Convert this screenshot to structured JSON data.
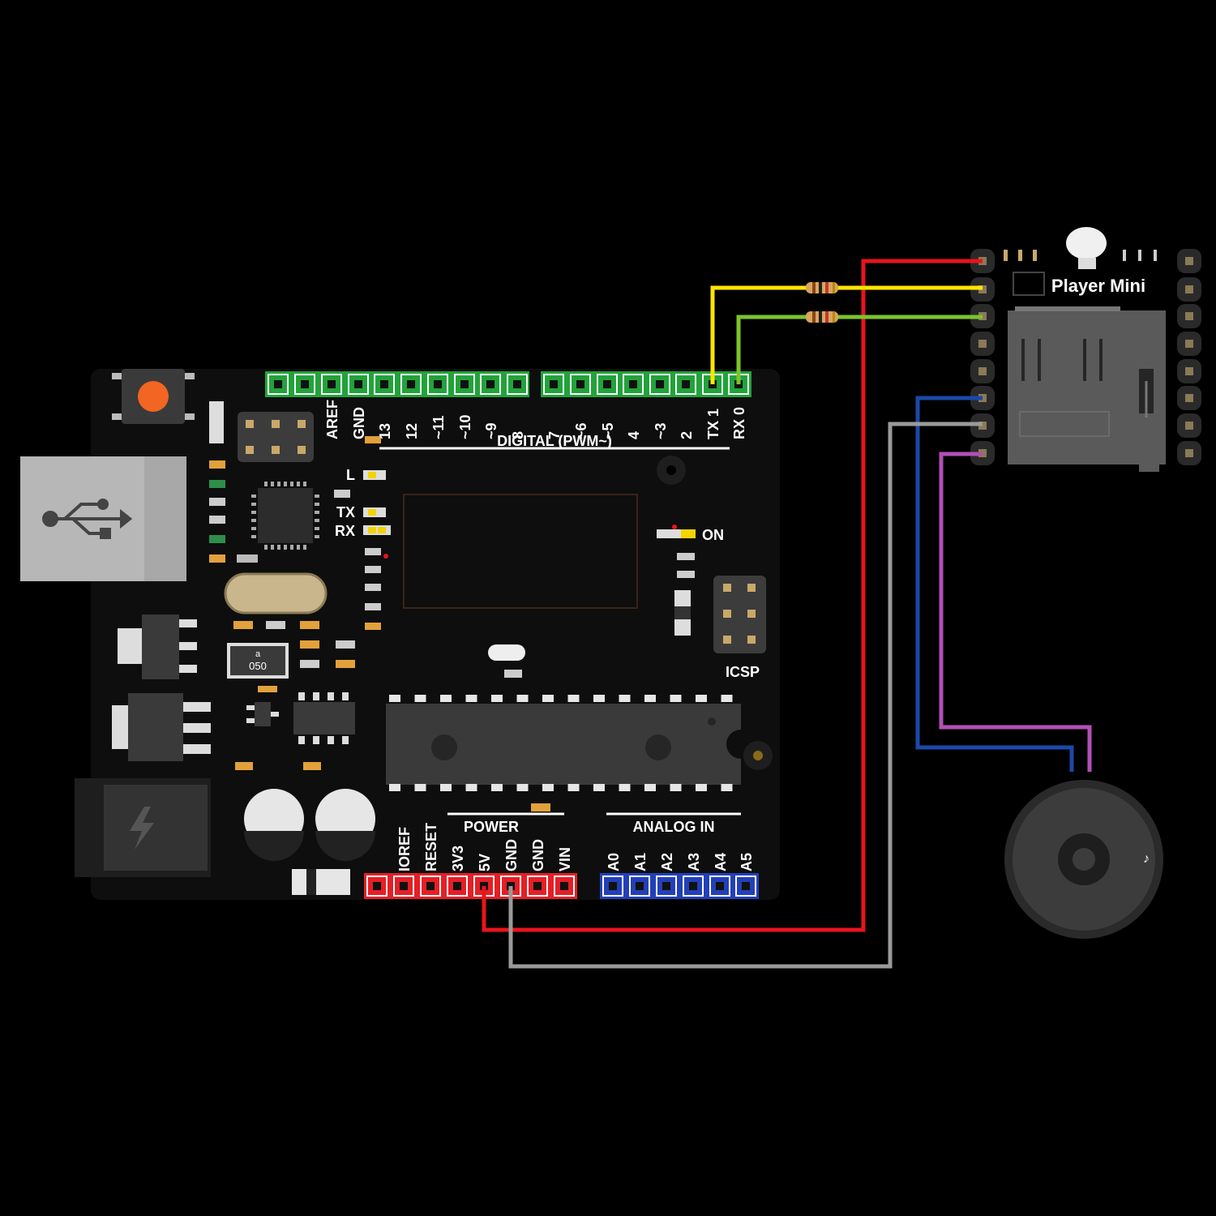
{
  "arduino": {
    "digital_header_labels": [
      "AREF",
      "GND",
      "13",
      "12",
      "~11",
      "~10",
      "~9",
      "8",
      "7",
      "~6",
      "~5",
      "4",
      "~3",
      "2",
      "TX 1",
      "RX 0"
    ],
    "digital_title": "DIGITAL (PWM~)",
    "power_title": "POWER",
    "analog_title": "ANALOG IN",
    "power_pins": [
      "IOREF",
      "RESET",
      "3V3",
      "5V",
      "GND",
      "GND",
      "VIN"
    ],
    "analog_pins": [
      "A0",
      "A1",
      "A2",
      "A3",
      "A4",
      "A5"
    ],
    "led_l": "L",
    "led_tx": "TX",
    "led_rx": "RX",
    "led_on": "ON",
    "icsp": "ICSP",
    "crystal_code": "050"
  },
  "player": {
    "title": "Player Mini"
  },
  "wires": [
    {
      "color": "#e8141c",
      "from": "5V",
      "to": "Player Mini VCC"
    },
    {
      "color": "#ffe500",
      "from": "TX 1",
      "to": "Player Mini RX"
    },
    {
      "color": "#7cc42b",
      "from": "RX 0",
      "to": "Player Mini TX"
    },
    {
      "color": "#1b48a8",
      "from": "Player Mini SPK1",
      "to": "Speaker"
    },
    {
      "color": "#9a9a9a",
      "from": "GND",
      "to": "Player Mini GND"
    },
    {
      "color": "#b24fb6",
      "from": "Player Mini SPK2",
      "to": "Speaker"
    }
  ],
  "colors": {
    "background": "#000000",
    "board": "#0e0e0e",
    "digital_header": "#21a33a",
    "power_header": "#e51f26",
    "analog_header": "#2340b8"
  }
}
